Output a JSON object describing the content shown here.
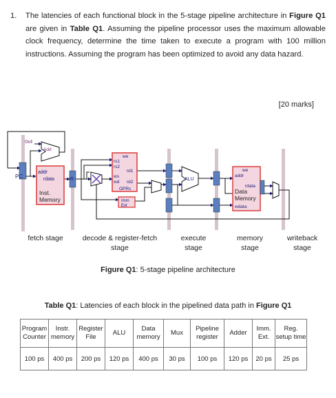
{
  "question": {
    "number": "1.",
    "part1": "The latencies of each functional block in the 5-stage pipeline architecture in ",
    "fig_ref1": "Figure Q1",
    "part2": " are given in ",
    "table_ref1": "Table Q1",
    "part3": ". Assuming the pipeline processor uses the maximum allowable clock frequency, determine the time taken to execute a program with 100 million instructions. Assuming the program has been optimized to avoid any data hazard.",
    "marks": "[20 marks]"
  },
  "diagram": {
    "const_label": "0x4",
    "adder_label": "Add",
    "pc_label": "PC",
    "addr_label": "addr",
    "rdata_label": "rdata",
    "ir_label": "IR",
    "inst_mem_label": "Inst. Memory",
    "we_label": "we",
    "rs1_label": "rs1",
    "rs2_label": "rs2",
    "rd1_label": "rd1",
    "ws_label": "ws",
    "wd_label": "wd",
    "rd2_label": "rd2",
    "gprs_label": "GPRs",
    "imm_label": "Imm Ext",
    "alu_label": "ALU",
    "dm_we_label": "we",
    "dm_addr_label": "addr",
    "dm_rdata_label": "rdata",
    "data_mem_label": "Data Memory",
    "wdata_label": "wdata"
  },
  "stages": [
    "fetch stage",
    "decode & register-fetch stage",
    "execute stage",
    "memory stage",
    "writeback stage"
  ],
  "figure_caption": {
    "ref": "Figure Q1",
    "text": ": 5-stage pipeline architecture"
  },
  "table_caption": {
    "prefix": "Table Q1",
    "text": ": Latencies of each block in the pipelined data path in ",
    "ref": "Figure Q1"
  },
  "table": {
    "headers": [
      "Program Counter",
      "Instr. memory",
      "Register File",
      "ALU",
      "Data memory",
      "Mux",
      "Pipeline register",
      "Adder",
      "Imm. Ext.",
      "Reg. setup time"
    ],
    "values": [
      "100 ps",
      "400 ps",
      "200 ps",
      "120 ps",
      "400 ps",
      "30 ps",
      "100 ps",
      "120 ps",
      "20 ps",
      "25 ps"
    ]
  }
}
